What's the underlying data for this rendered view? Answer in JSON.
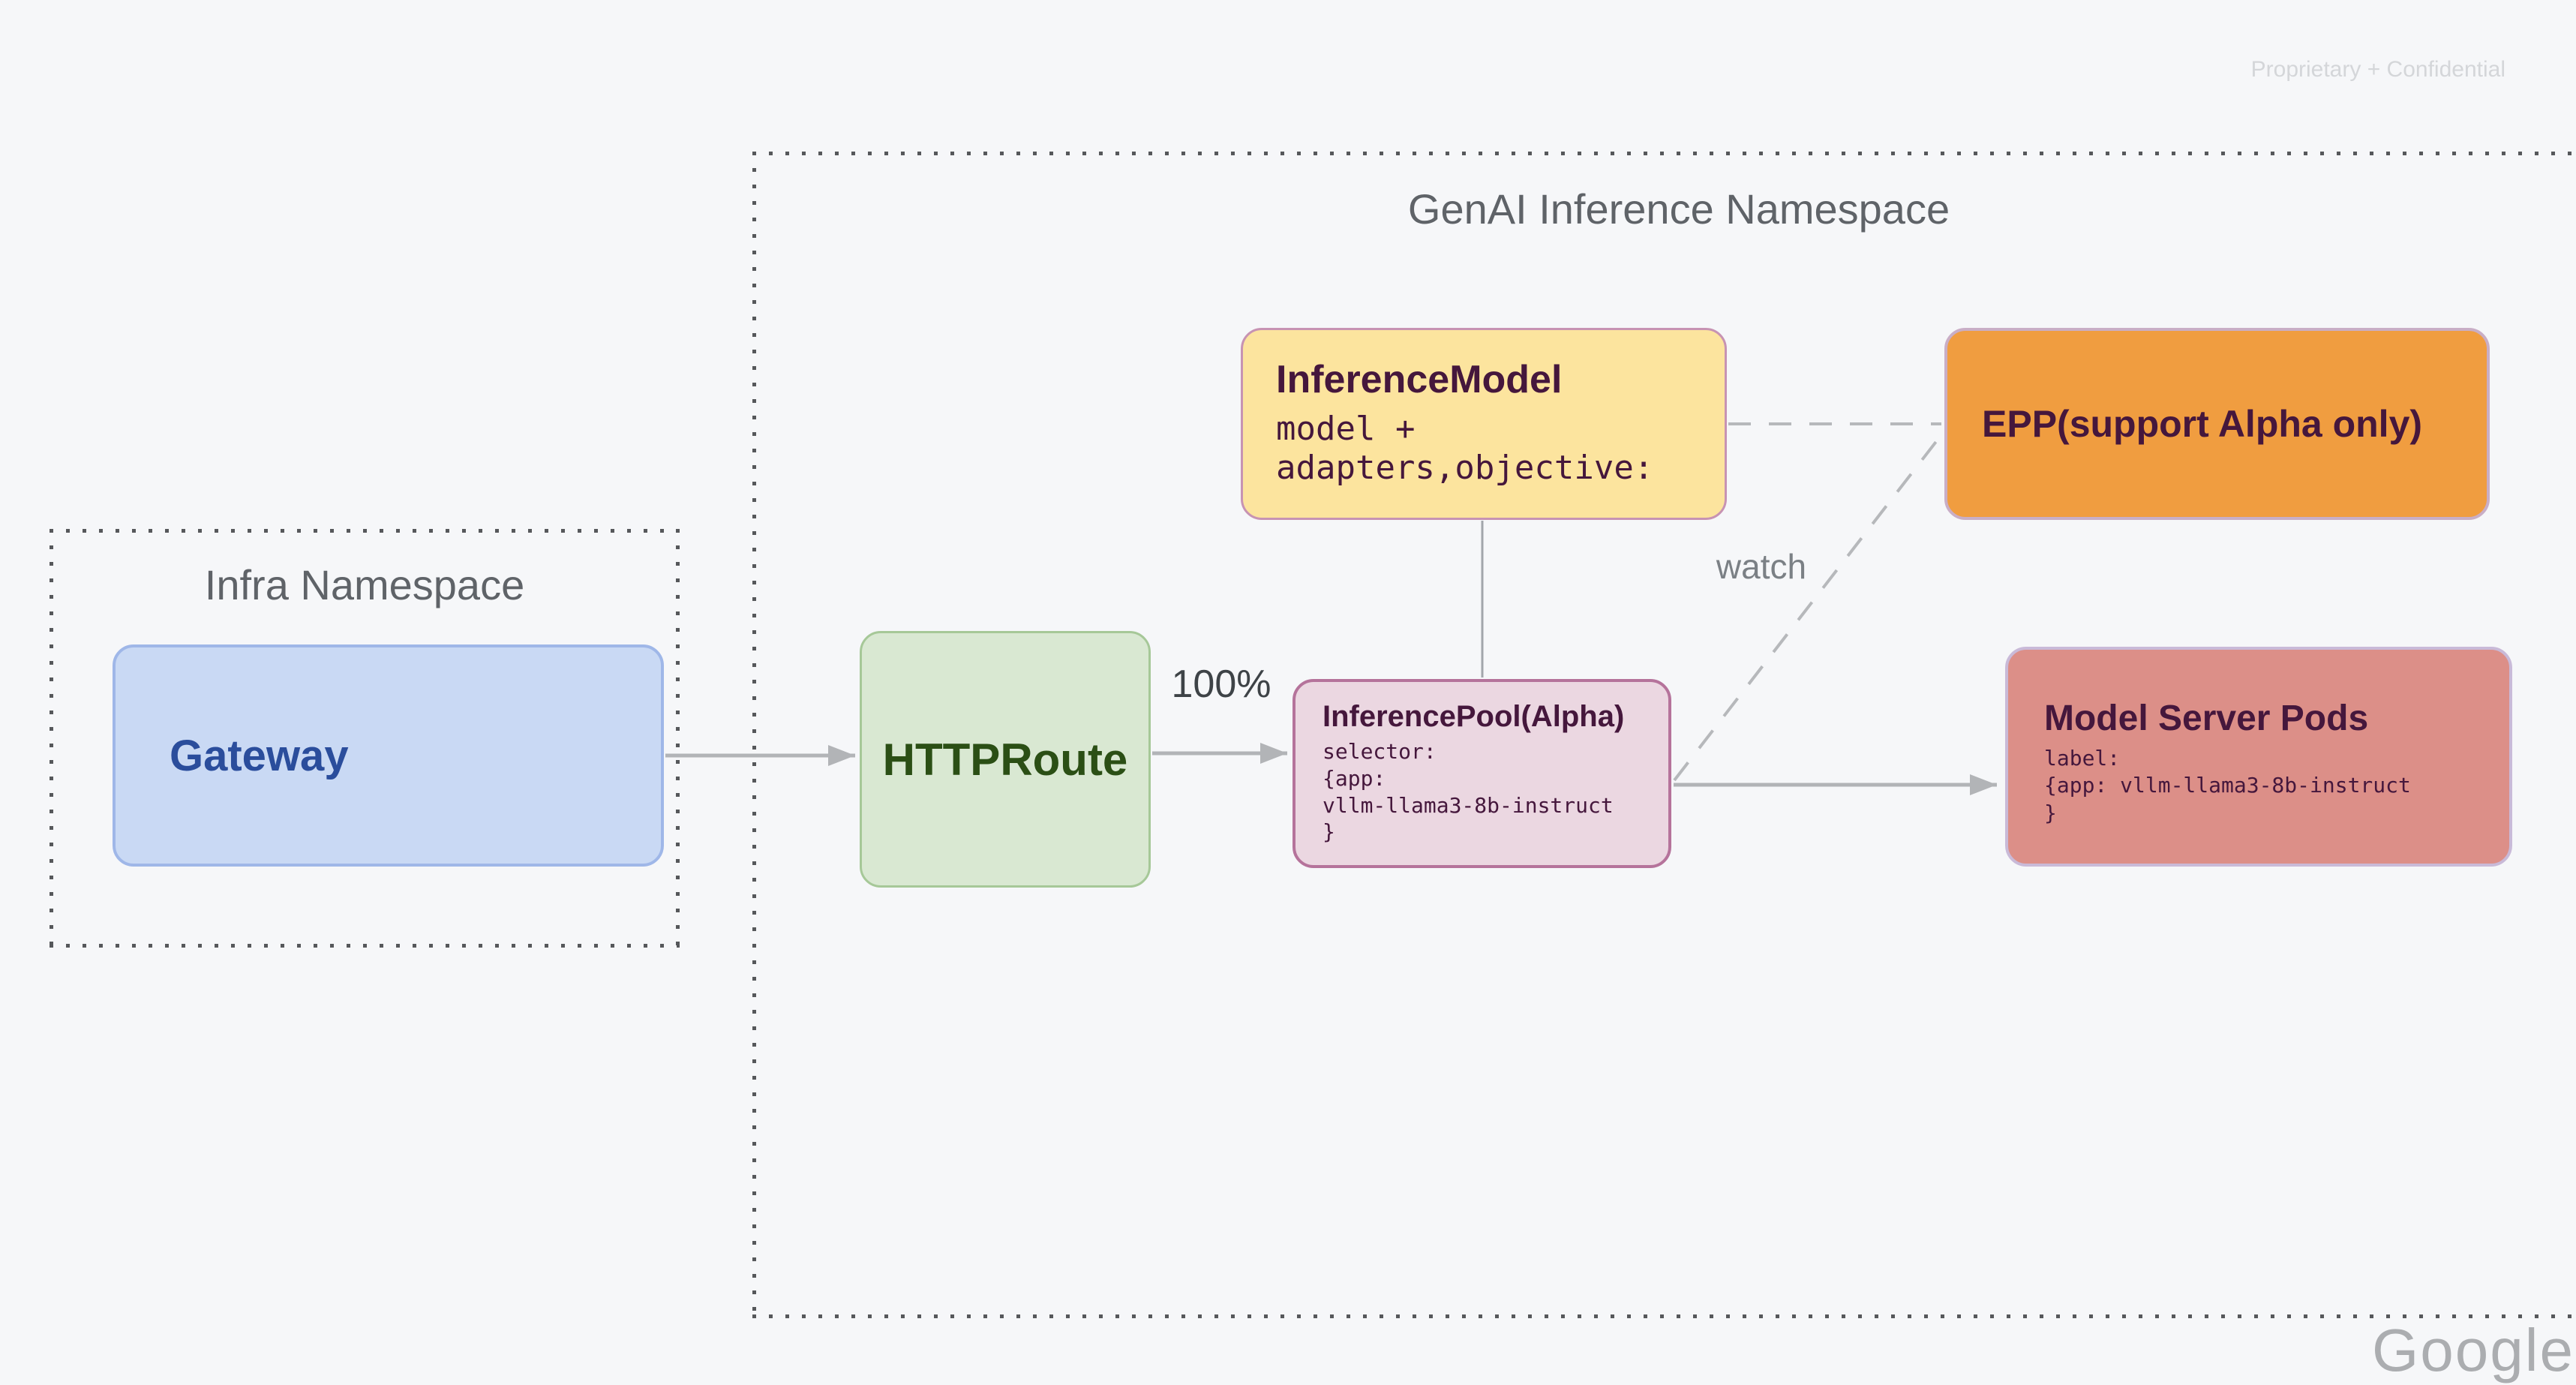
{
  "page": {
    "confidential_note": "Proprietary + Confidential",
    "watermark": "Google",
    "background_color": "#f6f7f9"
  },
  "namespaces": {
    "infra": {
      "title": "Infra Namespace"
    },
    "genai": {
      "title": "GenAI Inference Namespace"
    }
  },
  "nodes": {
    "gateway": {
      "label": "Gateway",
      "fill": "#c9d9f4",
      "border": "#9fb7e8",
      "text_color": "#2a4d9c"
    },
    "httproute": {
      "label": "HTTPRoute",
      "fill": "#d9e8d2",
      "border": "#a6c898",
      "text_color": "#2b4f15"
    },
    "inference_model": {
      "title": "InferenceModel",
      "code_lines": [
        "model +",
        "adapters,objective:"
      ],
      "fill": "#fce49e",
      "border": "#c793b3",
      "text_color": "#45173c"
    },
    "epp": {
      "label": "EPP(support Alpha only)",
      "fill": "#f09d40",
      "border": "#c9aec6",
      "text_color": "#45173c"
    },
    "inference_pool": {
      "title": "InferencePool(Alpha)",
      "code_lines": [
        "selector:",
        "{app:",
        "vllm-llama3-8b-instruct",
        "}"
      ],
      "fill": "#ebd7e1",
      "border": "#b5739b",
      "text_color": "#45173c"
    },
    "model_server_pods": {
      "title": "Model Server Pods",
      "code_lines": [
        "label:",
        "{app: vllm-llama3-8b-instruct",
        "}"
      ],
      "fill": "#dc8f88",
      "border": "#c9bad8",
      "text_color": "#45173c"
    }
  },
  "edges": {
    "httproute_to_pool_label": "100%",
    "pool_to_epp_label": "watch",
    "arrow_color": "#b2b4b7"
  }
}
